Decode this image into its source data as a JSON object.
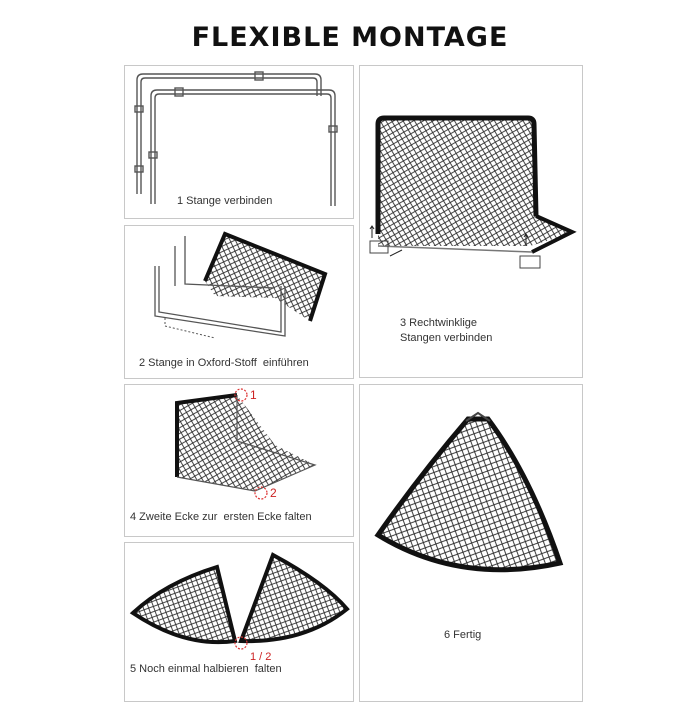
{
  "title": "FLEXIBLE MONTAGE",
  "steps": [
    {
      "label": "1 Stange verbinden"
    },
    {
      "label": "2 Stange in Oxford-Stoff  einführen"
    },
    {
      "label_line1": "3 Rechtwinklige",
      "label_line2": "Stangen verbinden"
    },
    {
      "label": "4 Zweite Ecke zur  ersten Ecke falten",
      "marker1": "1",
      "marker2": "2"
    },
    {
      "label": "5 Noch einmal halbieren  falten",
      "marker": "1 / 2"
    },
    {
      "label": "6 Fertig"
    }
  ]
}
